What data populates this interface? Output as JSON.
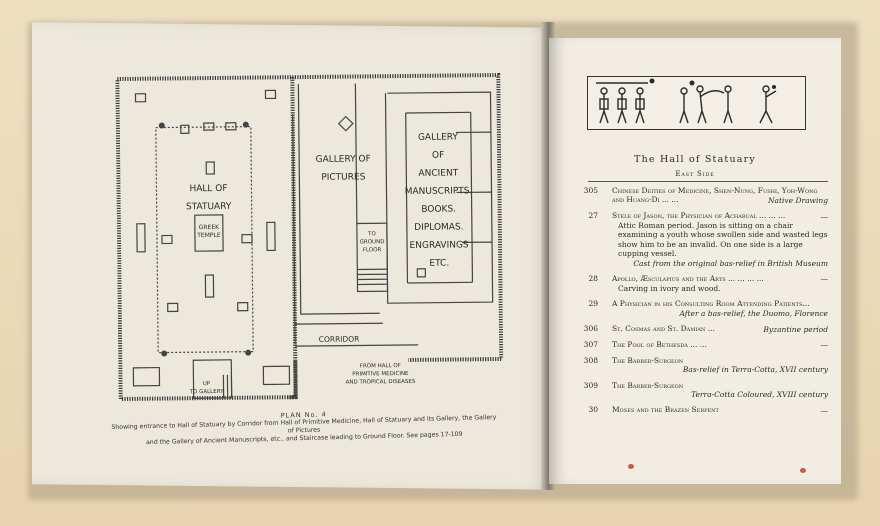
{
  "plan": {
    "labels": {
      "hall_of": "HALL OF",
      "statuary": "STATUARY",
      "greek": "GREEK",
      "temple": "TEMPLE",
      "gallery_of": "GALLERY OF",
      "pictures": "PICTURES",
      "gallery": "GALLERY",
      "of": "OF",
      "ancient": "ANCIENT",
      "manuscripts": "MANUSCRIPTS.",
      "books": "BOOKS.",
      "diplomas": "DIPLOMAS.",
      "engravings": "ENGRAVINGS",
      "etc": "ETC.",
      "to": "TO",
      "ground": "GROUND",
      "floor": "FLOOR",
      "corridor": "CORRIDOR",
      "from_hall_of": "FROM HALL OF",
      "primitive_medicine": "PRIMITIVE MEDICINE",
      "and_tropical": "AND TROPICAL DISEASES",
      "up": "UP",
      "to_gallery": "TO GALLERY"
    },
    "caption_title": "PLAN No. 4",
    "caption_line1": "Showing entrance to Hall of Statuary by Corridor from Hall of Primitive Medicine, Hall of Statuary and its Gallery, the Gallery of Pictures",
    "caption_line2": "and the Gallery of Ancient Manuscripts, etc., and Staircase leading to Ground Floor.  See pages 17-109"
  },
  "section": {
    "title": "The Hall of Statuary",
    "subtitle": "East Side"
  },
  "entries": [
    {
      "num": "305",
      "name": "Chinese Deities of Medicine, Shen-Nung, Fushi, Yoh-Wong and Huang-Di",
      "dots": "...    ...",
      "right": "Native Drawing",
      "desc": "",
      "note": ""
    },
    {
      "num": "27",
      "name": "Stele of Jason, the Physician of Acharual",
      "dots": "...    ...    ...",
      "right": "—",
      "desc": "Attic Roman period.  Jason is sitting on a chair examining a youth whose swollen side and wasted legs show him to be an invalid.  On one side is a large cupping vessel.",
      "note": "Cast from the original bas-relief in British Museum"
    },
    {
      "num": "28",
      "name": "Apollo, Æsculapius and the Arts",
      "dots": "...    ...    ...    ...",
      "right": "—",
      "desc": "Carving in ivory and wood.",
      "note": ""
    },
    {
      "num": "29",
      "name": "A Physician in his Consulting Room Attending Patients...",
      "dots": "",
      "right": "",
      "desc": "",
      "note": "After a bas-relief, the Duomo, Florence"
    },
    {
      "num": "306",
      "name": "St. Cosmas and St. Damian",
      "dots": "...",
      "right": "Byzantine period",
      "desc": "",
      "note": ""
    },
    {
      "num": "307",
      "name": "The Pool of Bethesda",
      "dots": "...    ...",
      "right": "—",
      "desc": "",
      "note": ""
    },
    {
      "num": "308",
      "name": "The Barber-Surgeon",
      "dots": "",
      "right": "",
      "desc": "",
      "note": "Bas-relief in Terra-Cotta, XVII century"
    },
    {
      "num": "309",
      "name": "The Barber-Surgeon",
      "dots": "",
      "right": "",
      "desc": "",
      "note": "Terra-Cotta Coloured, XVIII century"
    },
    {
      "num": "30",
      "name": "Moses and the Brazen Serpent",
      "dots": "",
      "right": "—",
      "desc": "",
      "note": ""
    }
  ],
  "colors": {
    "ink": "#2b2b2b",
    "page": "#ede8dc",
    "background": "#ead9b9",
    "stain": "#b33a2a"
  }
}
